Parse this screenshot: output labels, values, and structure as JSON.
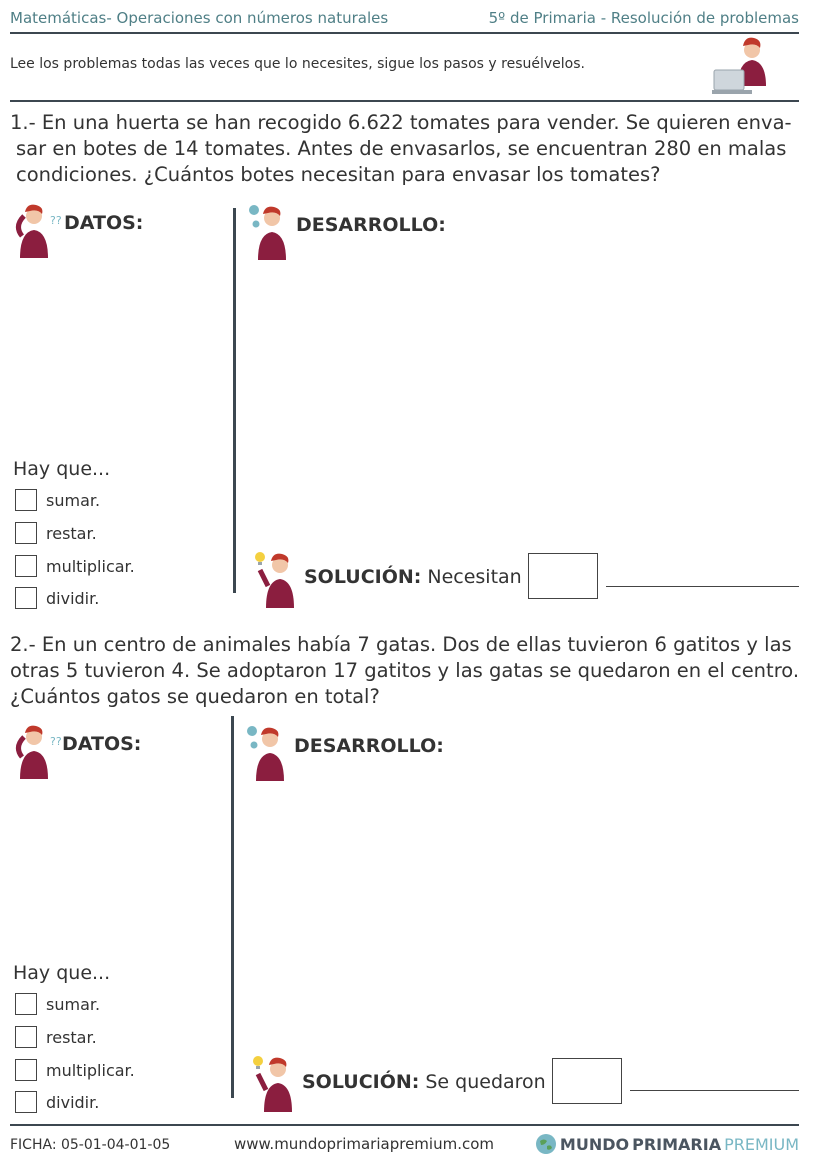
{
  "header": {
    "left": "Matemáticas- Operaciones con números naturales",
    "right": "5º de Primaria - Resolución de problemas"
  },
  "instructions": "Lee los problemas todas las veces que lo necesites, sigue los pasos y resuélvelos.",
  "problems": [
    {
      "lines": [
        "1.- En una huerta se han recogido 6.622 tomates para vender. Se quieren enva-",
        "sar en botes de 14 tomates. Antes de envasarlos, se encuentran 280 en malas",
        "condiciones. ¿Cuántos botes necesitan para envasar los tomates?"
      ],
      "datos_label": "DATOS:",
      "desarrollo_label": "DESARROLLO:",
      "hay_que": "Hay que...",
      "options": [
        "sumar.",
        "restar.",
        "multiplicar.",
        "dividir."
      ],
      "solucion_label": "SOLUCIÓN:",
      "solucion_text": "Necesitan"
    },
    {
      "lines": [
        "2.- En un centro de animales había 7 gatas. Dos de ellas tuvieron 6 gatitos y las",
        "otras 5 tuvieron 4. Se adoptaron 17 gatitos y las gatas se quedaron en el centro.",
        "¿Cuántos gatos se quedaron en total?"
      ],
      "datos_label": "DATOS:",
      "desarrollo_label": "DESARROLLO:",
      "hay_que": "Hay que...",
      "options": [
        "sumar.",
        "restar.",
        "multiplicar.",
        "dividir."
      ],
      "solucion_label": "SOLUCIÓN:",
      "solucion_text": "Se quedaron"
    }
  ],
  "footer": {
    "ficha": "FICHA:  05-01-04-01-05",
    "url": "www.mundoprimariapremium.com",
    "brand_1": "MUNDO",
    "brand_2": "PRIMARIA",
    "brand_3": "PREMIUM"
  },
  "colors": {
    "header_text": "#4f7f86",
    "rule": "#3c4750",
    "shirt": "#8b1e3f",
    "hair": "#c0392b",
    "accent": "#79b7c4"
  },
  "icons": {
    "thinking": "thinking-person-icon",
    "gears": "gears-person-icon",
    "idea": "lightbulb-person-icon",
    "laptop": "laptop-person-icon",
    "logo": "globe-logo-icon"
  }
}
